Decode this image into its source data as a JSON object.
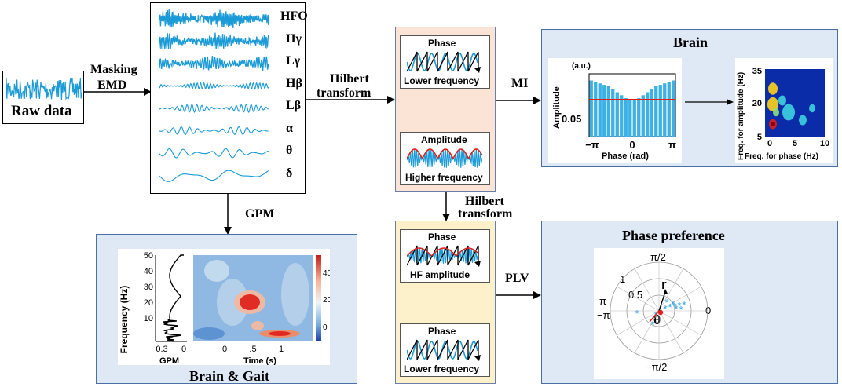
{
  "raw": {
    "label": "Raw data"
  },
  "step_masking": {
    "line1": "Masking",
    "line2": "EMD"
  },
  "emd_bands": [
    "HFO",
    "Hγ",
    "Lγ",
    "Hβ",
    "Lβ",
    "α",
    "θ",
    "δ"
  ],
  "step_hilbert1": {
    "line1": "Hilbert",
    "line2": "transform"
  },
  "step_hilbert2": {
    "line1": "Hilbert",
    "line2": "transform"
  },
  "step_gpm": "GPM",
  "step_mi": "MI",
  "step_plv": "PLV",
  "hilbert_panel": {
    "phase_title": "Phase",
    "phase_caption": "Lower frequency",
    "amp_title": "Amplitude",
    "amp_caption": "Higher frequency"
  },
  "plv_panel": {
    "phase_title": "Phase",
    "phase_caption": "HF amplitude",
    "phase2_title": "Phase",
    "phase2_caption": "Lower frequency"
  },
  "brain_panel": {
    "title": "Brain",
    "hist": {
      "unit": "(a.u.)",
      "ylabel": "Amplitude",
      "ytick": "0.05",
      "xlabel": "Phase (rad)",
      "xticks": [
        "−π",
        "0",
        "π"
      ],
      "bars": [
        0.076,
        0.074,
        0.072,
        0.07,
        0.068,
        0.064,
        0.06,
        0.056,
        0.052,
        0.05,
        0.05,
        0.052,
        0.056,
        0.06,
        0.064,
        0.068,
        0.07,
        0.072,
        0.074,
        0.076
      ],
      "mean_line": 0.05
    },
    "comod": {
      "ylabel": "Freq. for amplitude (Hz)",
      "xlabel": "Freq. for phase (Hz)",
      "yticks": [
        "35",
        "20",
        "5"
      ],
      "xticks": [
        "0",
        "5",
        "10"
      ]
    }
  },
  "gait_panel": {
    "title": "Brain & Gait",
    "gpm_plot": {
      "ylabel": "Frequency (Hz)",
      "yticks": [
        "50",
        "40",
        "30",
        "20",
        "10"
      ],
      "xticks": [
        "0.3",
        "0"
      ],
      "xlabel": "GPM"
    },
    "tf_plot": {
      "xlabel": "Time (s)",
      "xticks": [
        "0",
        ".5",
        "1"
      ],
      "colorbar_ticks": [
        "40",
        "20",
        "0"
      ]
    }
  },
  "phase_pref_panel": {
    "title": "Phase preference",
    "labels": {
      "top": "π/2",
      "bottom": "−π/2",
      "left1": "π",
      "left2": "−π",
      "right": "0",
      "r1": "1",
      "r05": "0.5",
      "r": "r",
      "theta": "θ"
    }
  },
  "colors": {
    "signal": "#1a9ad6",
    "panel_bg": "#dfe9f5",
    "panel_border": "#4a6fa5",
    "hilbert_bg": "#fbe3d6",
    "plv_bg": "#fdf1cc",
    "red": "#e0201b"
  }
}
